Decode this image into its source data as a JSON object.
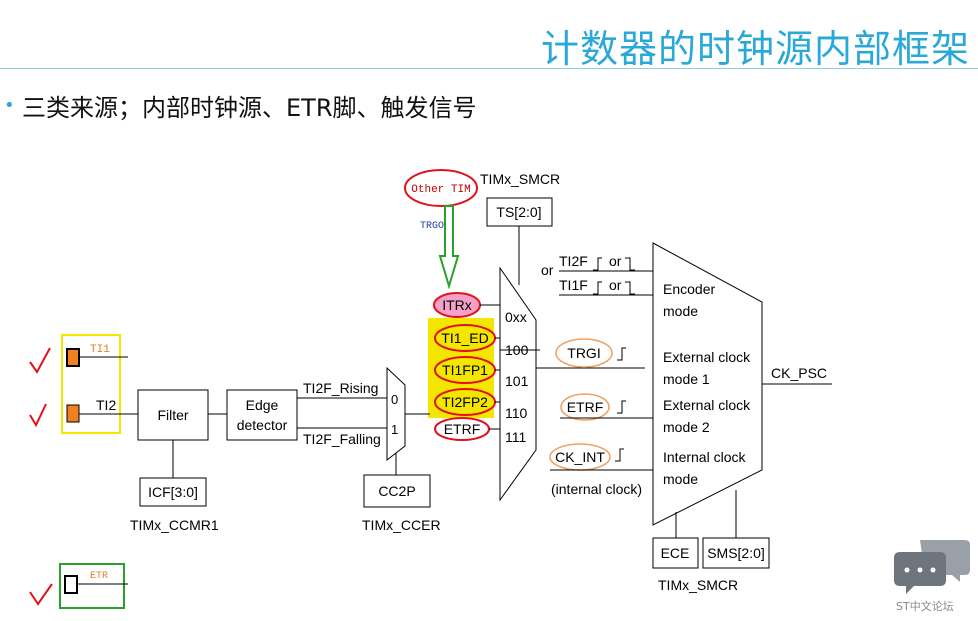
{
  "title": "计数器的时钟源内部框架",
  "bullet": "三类来源；内部时钟源、ETR脚、触发信号",
  "diagram": {
    "other_tim": "Other TIM",
    "trgo": "TRGO",
    "smcr_top": "TIMx_SMCR",
    "ts": "TS[2:0]",
    "itrx": "ITRx",
    "ti1_ed": "TI1_ED",
    "ti1fp1": "TI1FP1",
    "ti2fp2": "TI2FP2",
    "etrf_in": "ETRF",
    "mux_sel": [
      "0xx",
      "100",
      "101",
      "110",
      "111"
    ],
    "ti1": "TI1",
    "ti2": "TI2",
    "etr": "ETR",
    "filter": "Filter",
    "edge1": "Edge",
    "edge2": "detector",
    "icf": "ICF[3:0]",
    "ccmr1": "TIMx_CCMR1",
    "ti2f_rising": "TI2F_Rising",
    "ti2f_falling": "TI2F_Falling",
    "mux2_0": "0",
    "mux2_1": "1",
    "cc2p": "CC2P",
    "ccer": "TIMx_CCER",
    "or": "or",
    "ti2f": "TI2F",
    "ti1f": "TI1F",
    "or2": "or",
    "or3": "or",
    "trgi": "TRGI",
    "etrf_mid": "ETRF",
    "ck_int": "CK_INT",
    "internal_clock": "(internal clock)",
    "encoder1": "Encoder",
    "encoder2": "mode",
    "ext1_1": "External clock",
    "ext1_2": "mode 1",
    "ext2_1": "External clock",
    "ext2_2": "mode 2",
    "int1": "Internal clock",
    "int2": "mode",
    "ck_psc": "CK_PSC",
    "ece": "ECE",
    "sms": "SMS[2:0]",
    "smcr_bottom": "TIMx_SMCR"
  },
  "logo_text": "ST中文论坛",
  "colors": {
    "title": "#2aa8d8",
    "highlight_yellow": "#f5e600",
    "annotation_red": "#e0121a",
    "itrx_fill": "#f4a0c8",
    "trgi_orange": "#f0a060",
    "green_arrow": "#2aa02a",
    "pin_orange": "#f08020"
  }
}
